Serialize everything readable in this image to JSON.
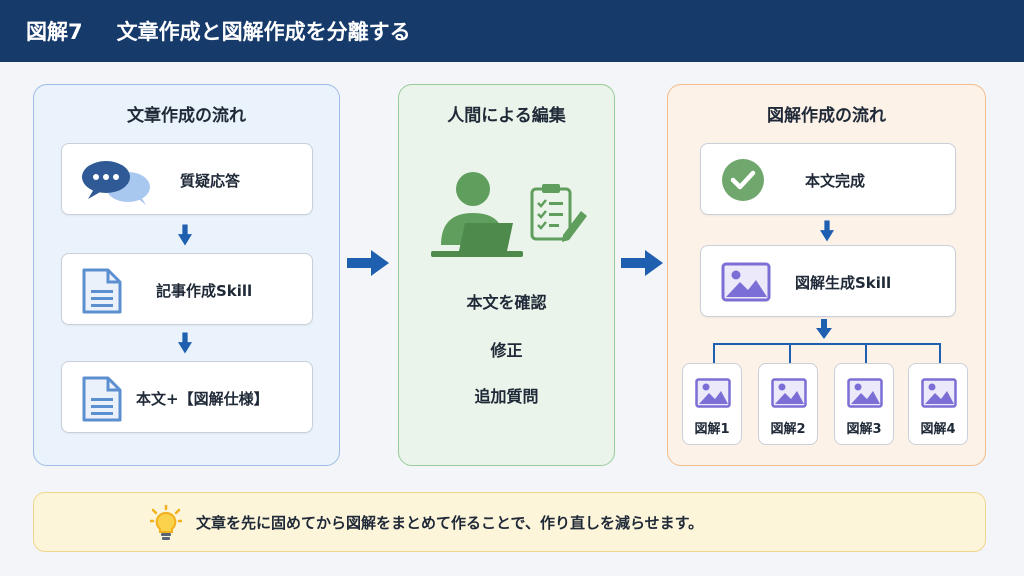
{
  "header": {
    "number": "図解7",
    "title": "文章作成と図解作成を分離する"
  },
  "left_panel": {
    "title": "文章作成の流れ",
    "steps": [
      "質疑応答",
      "記事作成Skill",
      "本文+【図解仕様】"
    ]
  },
  "middle_panel": {
    "title": "人間による編集",
    "actions": [
      "本文を確認",
      "修正",
      "追加質問"
    ]
  },
  "right_panel": {
    "title": "図解作成の流れ",
    "steps": [
      "本文完成",
      "図解生成Skill"
    ],
    "outputs": [
      "図解1",
      "図解2",
      "図解3",
      "図解4"
    ]
  },
  "footer": {
    "text": "文章を先に固めてから図解をまとめて作ることで、作り直しを減らせます。"
  },
  "colors": {
    "header_bg": "#163b6b",
    "arrow": "#1f5fb0",
    "check_green": "#6fa76d",
    "person_green": "#5f9e5d",
    "image_purple": "#7b6fd6",
    "doc_blue": "#5c8fd0"
  },
  "icons": [
    "chat-bubbles-icon",
    "document-icon",
    "document-icon",
    "person-laptop-icon",
    "clipboard-checklist-icon",
    "check-circle-icon",
    "image-icon",
    "lightbulb-icon"
  ]
}
